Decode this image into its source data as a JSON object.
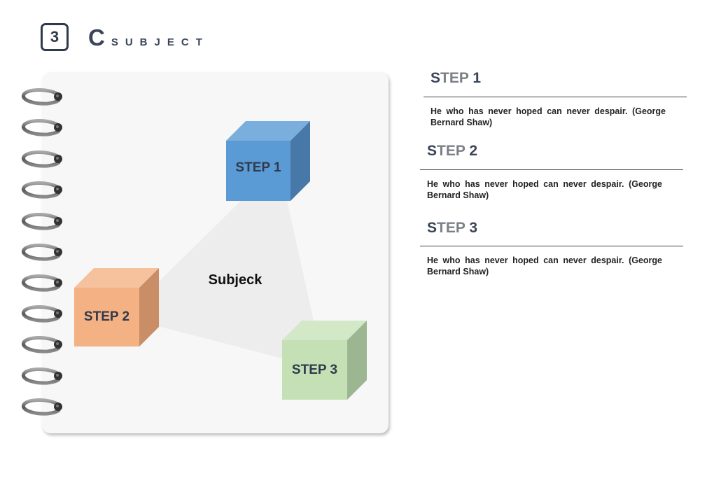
{
  "header": {
    "number": "3",
    "title_first": "C",
    "title_rest": "SUBJECT"
  },
  "diagram": {
    "center_label": "Subjeck",
    "cubes": [
      {
        "label": "STEP 1",
        "color": "#5b9bd5"
      },
      {
        "label": "STEP 2",
        "color": "#f4b183"
      },
      {
        "label": "STEP 3",
        "color": "#c5e0b4"
      }
    ]
  },
  "steps": [
    {
      "title_s": "S",
      "title_rest": "TEP ",
      "title_n": "1",
      "text": "He who has never hoped can never despair. (George Bernard Shaw)"
    },
    {
      "title_s": "S",
      "title_rest": "TEP ",
      "title_n": "2",
      "text": "He who has never hoped can never despair. (George Bernard Shaw)"
    },
    {
      "title_s": "S",
      "title_rest": "TEP ",
      "title_n": "3",
      "text": "He who has never hoped can never despair. (George Bernard Shaw)"
    }
  ],
  "colors": {
    "header": "#2f3a4c",
    "notebook": "#f7f7f7",
    "ring": "#7a7a7a"
  }
}
